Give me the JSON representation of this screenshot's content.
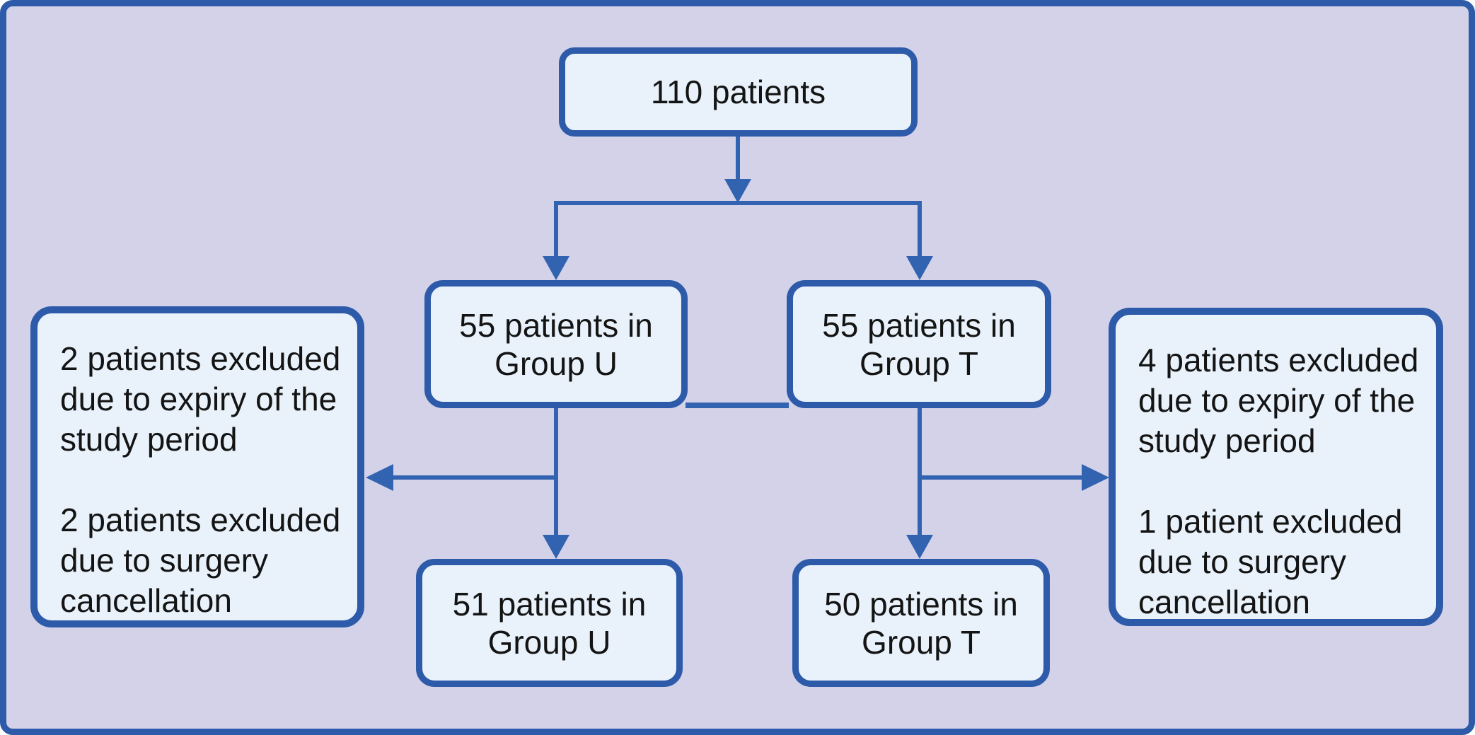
{
  "figure": {
    "colors": {
      "background": "#d4d2e8",
      "outline": "#2d5ba9",
      "box_fill": "#e9f2fb",
      "box_border": "#2d5ba9",
      "arrow": "#3263b1",
      "text": "#141414"
    }
  },
  "nodes": {
    "total": {
      "line1": "110 patients"
    },
    "group_u_initial": {
      "line1": "55 patients in",
      "line2": "Group U"
    },
    "group_t_initial": {
      "line1": "55 patients in",
      "line2": "Group T"
    },
    "group_u_final": {
      "line1": "51 patients in",
      "line2": "Group U"
    },
    "group_t_final": {
      "line1": "50 patients in",
      "line2": "Group T"
    },
    "excluded_left": {
      "para1_line1": "2 patients excluded",
      "para1_line2": "due to expiry of the",
      "para1_line3": "study period",
      "para2_line1": "2 patients excluded",
      "para2_line2": "due to surgery",
      "para2_line3": "cancellation"
    },
    "excluded_right": {
      "para1_line1": "4 patients excluded",
      "para1_line2": "due to expiry of the",
      "para1_line3": "study period",
      "para2_line1": "1 patient excluded",
      "para2_line2": "due to surgery",
      "para2_line3": "cancellation"
    }
  }
}
